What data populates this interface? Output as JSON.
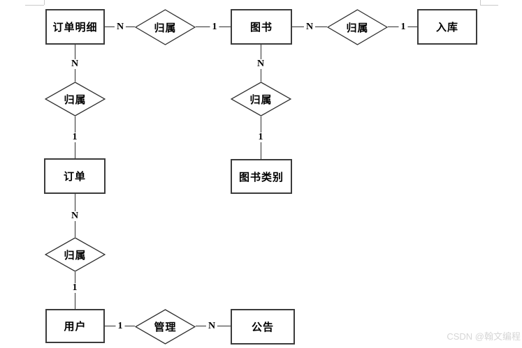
{
  "page": {
    "watermark": "CSDN @翰文编程"
  },
  "diagram": {
    "type": "entity-relationship",
    "entities": [
      {
        "id": "order-detail",
        "label": "订单明细"
      },
      {
        "id": "book",
        "label": "图书"
      },
      {
        "id": "inbound",
        "label": "入库"
      },
      {
        "id": "order",
        "label": "订单"
      },
      {
        "id": "book-category",
        "label": "图书类别"
      },
      {
        "id": "user",
        "label": "用户"
      },
      {
        "id": "announcement",
        "label": "公告"
      }
    ],
    "relations": [
      {
        "label": "归属",
        "from": "订单明细",
        "card_from": "N",
        "to": "图书",
        "card_to": "1"
      },
      {
        "label": "归属",
        "from": "图书",
        "card_from": "N",
        "to": "入库",
        "card_to": "1"
      },
      {
        "label": "归属",
        "from": "订单明细",
        "card_from": "N",
        "to": "订单",
        "card_to": "1"
      },
      {
        "label": "归属",
        "from": "图书",
        "card_from": "N",
        "to": "图书类别",
        "card_to": "1"
      },
      {
        "label": "归属",
        "from": "订单",
        "card_from": "N",
        "to": "用户",
        "card_to": "1"
      },
      {
        "label": "管理",
        "from": "用户",
        "card_from": "1",
        "to": "公告",
        "card_to": "N"
      }
    ],
    "colors": {
      "entity_border": "#3b3b3b",
      "relation_stroke": "#2e2e2e",
      "connector": "#2e2e2e",
      "watermark_text": "#d6d6d6",
      "margin_mark": "#c9c9c9"
    }
  }
}
